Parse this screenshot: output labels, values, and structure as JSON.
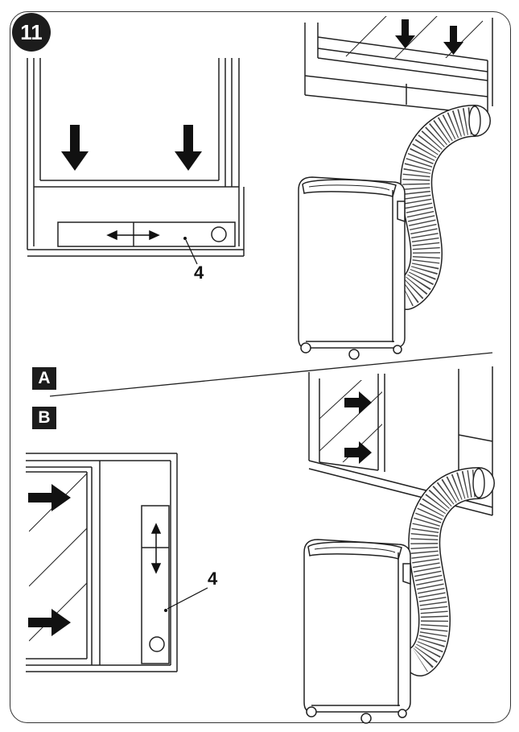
{
  "step": {
    "number": "11"
  },
  "sections": [
    {
      "id": "A",
      "label": "A"
    },
    {
      "id": "B",
      "label": "B"
    }
  ],
  "callouts": [
    {
      "label": "4"
    },
    {
      "label": "4"
    }
  ],
  "colors": {
    "line": "#222222",
    "fill": "#ffffff",
    "badge": "#1c1c1c"
  }
}
